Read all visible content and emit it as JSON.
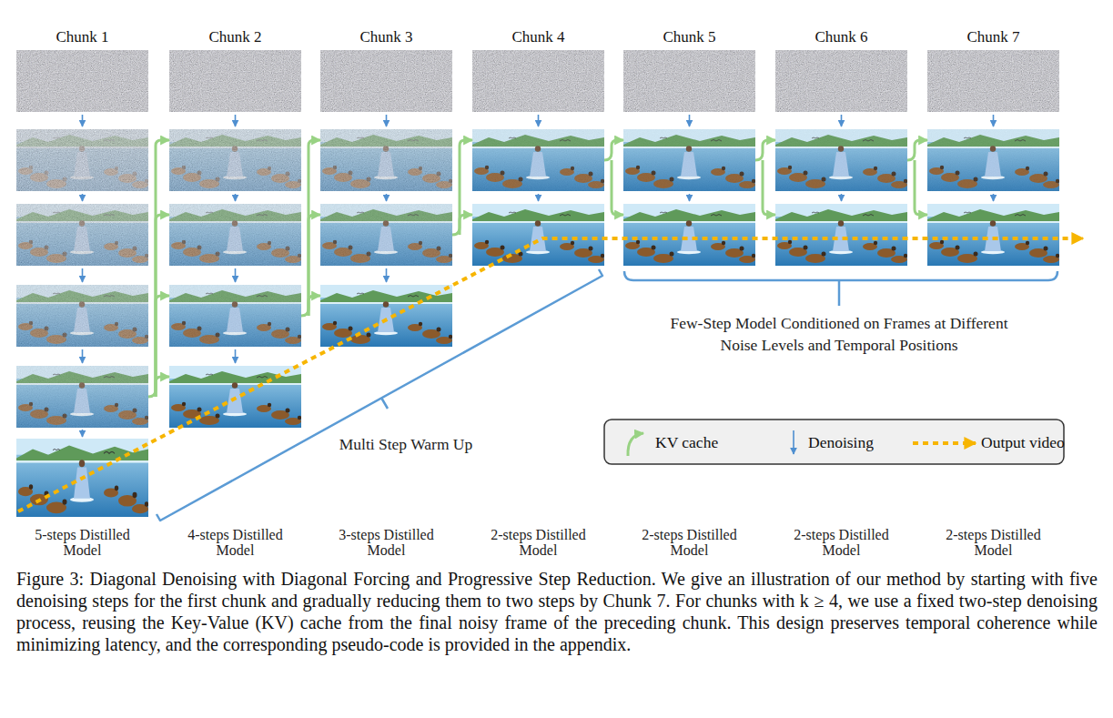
{
  "diagram": {
    "caption": "Figure 3: Diagonal Denoising with Diagonal Forcing and Progressive Step Reduction. We give an illustration of our method by starting with five denoising steps for the first chunk and gradually reducing them to two steps by Chunk 7. For chunks with k ≥ 4, we use a fixed two-step denoising process, reusing the Key-Value (KV) cache from the final noisy frame of the preceding chunk. This design preserves temporal coherence while minimizing latency, and the corresponding pseudo-code is provided in the appendix.",
    "nodes": [
      {
        "text": [
          "Chunk 1",
          "5-steps Distilled Model"
        ]
      },
      {
        "text": [
          "Chunk 2",
          "4-steps Distilled Model"
        ]
      },
      {
        "text": [
          "Chunk 3",
          "3-steps Distilled Model"
        ]
      },
      {
        "text": [
          "Chunk 4",
          "2-steps Distilled Model"
        ]
      },
      {
        "text": [
          "Chunk 5",
          "2-steps Distilled Model"
        ]
      },
      {
        "text": [
          "Chunk 6",
          "2-steps Distilled Model"
        ]
      },
      {
        "text": [
          "Chunk 7",
          "2-steps Distilled Model"
        ]
      }
    ],
    "edges": [
      {
        "from": 0,
        "to": 1,
        "arrow": "to"
      },
      {
        "from": 1,
        "to": 2,
        "arrow": "to"
      },
      {
        "from": 2,
        "to": 3,
        "arrow": "to"
      },
      {
        "from": 3,
        "to": 4,
        "arrow": "to"
      },
      {
        "from": 4,
        "to": 5,
        "arrow": "to"
      },
      {
        "from": 5,
        "to": 6,
        "arrow": "to"
      }
    ],
    "labels": [
      "Multi Step Warm Up",
      "Few-Step Model Conditioned on Frames at Different Noise Levels and Temporal Positions"
    ],
    "legend": [
      {
        "text": "KV cache"
      },
      {
        "text": "Denoising"
      },
      {
        "text": "Output video"
      }
    ]
  }
}
